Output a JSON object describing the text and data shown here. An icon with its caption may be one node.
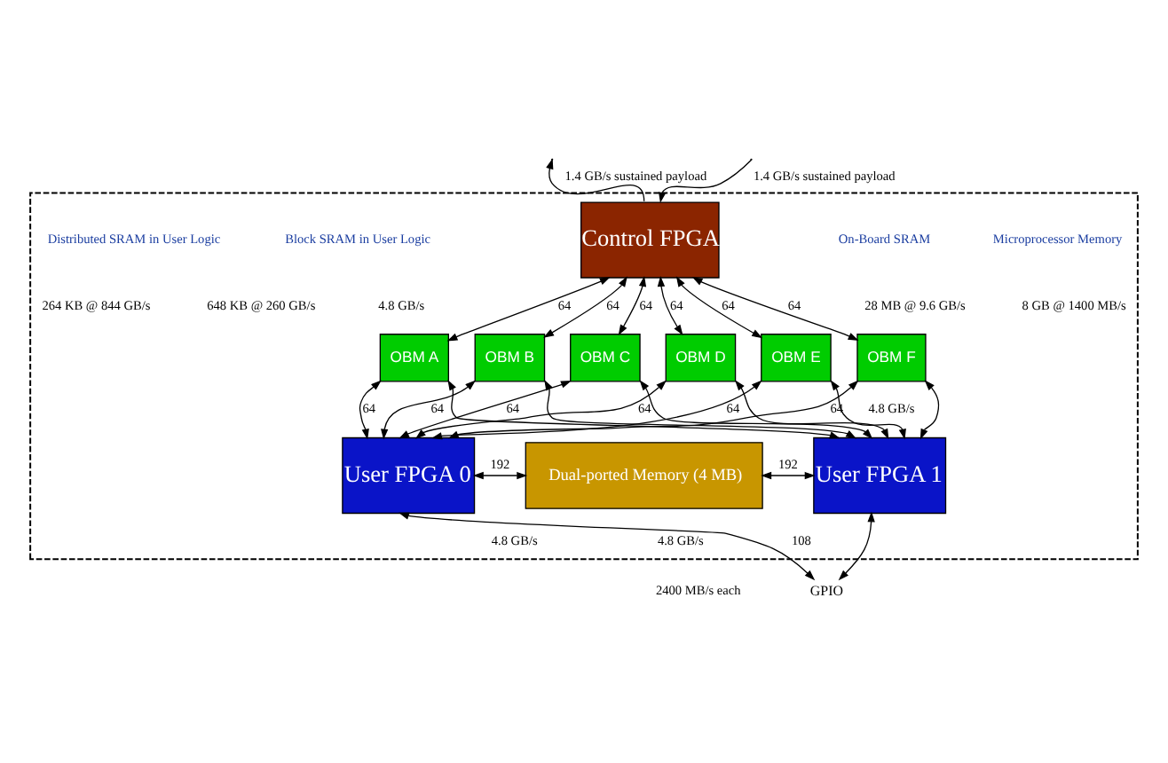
{
  "diagram": {
    "nodes": [
      {
        "text": [],
        "shape": "box"
      },
      {
        "text": [
          "Control FPGA"
        ],
        "in": 0
      },
      {
        "text": [
          "OBM A"
        ],
        "in": 0
      },
      {
        "text": [
          "OBM B"
        ],
        "in": 0
      },
      {
        "text": [
          "OBM C"
        ],
        "in": 0
      },
      {
        "text": [
          "OBM D"
        ],
        "in": 0
      },
      {
        "text": [
          "OBM E"
        ],
        "in": 0
      },
      {
        "text": [
          "OBM F"
        ],
        "in": 0
      },
      {
        "text": [
          "User FPGA 0"
        ],
        "in": 0
      },
      {
        "text": [
          "Dual-ported Memory (4 MB)"
        ],
        "in": 0
      },
      {
        "text": [
          "User FPGA 1"
        ],
        "in": 0
      },
      {
        "text": [
          "GPIO"
        ]
      }
    ],
    "edges": [
      {
        "from": 1,
        "to": null,
        "arrow": "to",
        "label": "1.4 GB/s sustained payload"
      },
      {
        "from": null,
        "to": 1,
        "arrow": "to",
        "label": "1.4 GB/s sustained payload"
      },
      {
        "from": 1,
        "to": 2,
        "arrow": "both",
        "label": "64"
      },
      {
        "from": 1,
        "to": 3,
        "arrow": "both",
        "label": "64"
      },
      {
        "from": 1,
        "to": 4,
        "arrow": "both",
        "label": "64"
      },
      {
        "from": 1,
        "to": 5,
        "arrow": "both",
        "label": "64"
      },
      {
        "from": 1,
        "to": 6,
        "arrow": "both",
        "label": "64"
      },
      {
        "from": 1,
        "to": 7,
        "arrow": "both",
        "label": "64"
      },
      {
        "from": 2,
        "to": 8,
        "arrow": "both",
        "label": "64"
      },
      {
        "from": 3,
        "to": 8,
        "arrow": "both",
        "label": "64"
      },
      {
        "from": 4,
        "to": 8,
        "arrow": "both",
        "label": "64"
      },
      {
        "from": 5,
        "to": 8,
        "arrow": "both",
        "label": "64"
      },
      {
        "from": 6,
        "to": 8,
        "arrow": "both",
        "label": "64"
      },
      {
        "from": 7,
        "to": 8,
        "arrow": "both",
        "label": "64"
      },
      {
        "from": 2,
        "to": 10,
        "arrow": "both"
      },
      {
        "from": 3,
        "to": 10,
        "arrow": "both"
      },
      {
        "from": 4,
        "to": 10,
        "arrow": "both"
      },
      {
        "from": 5,
        "to": 10,
        "arrow": "both"
      },
      {
        "from": 6,
        "to": 10,
        "arrow": "both"
      },
      {
        "from": 7,
        "to": 10,
        "arrow": "both"
      },
      {
        "from": 8,
        "to": 9,
        "arrow": "both",
        "label": "192"
      },
      {
        "from": 9,
        "to": 10,
        "arrow": "both",
        "label": "192"
      },
      {
        "from": 8,
        "to": 11,
        "arrow": "both",
        "label": "108"
      },
      {
        "from": 10,
        "to": 11,
        "arrow": "both"
      }
    ],
    "labels": [
      "Distributed SRAM in User Logic",
      "264 KB @ 844 GB/s",
      "Block SRAM in User Logic",
      "648 KB @ 260 GB/s",
      "On-Board SRAM",
      "28 MB @ 9.6 GB/s",
      "Microprocessor Memory",
      "8 GB @ 1400 MB/s",
      "4.8 GB/s",
      "4.8 GB/s",
      "4.8 GB/s",
      "4.8 GB/s",
      "2400 MB/s each"
    ]
  }
}
